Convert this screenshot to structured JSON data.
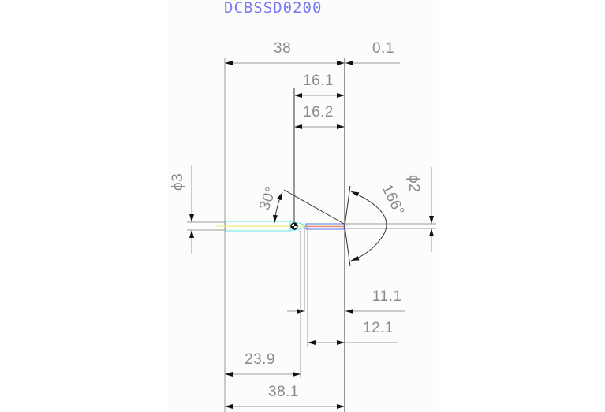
{
  "drawing": {
    "title": "DCBSSD0200",
    "colors": {
      "background": "#ffffff",
      "panel": "#fcfdfb",
      "title": "#7a7af0",
      "dimension_text": "#8a8a8a",
      "shank_outline": "#66e8f0",
      "center_line": "#f0f080",
      "tip_outline": "#5a78e8",
      "tip_center": "#f08080"
    },
    "dimensions": {
      "overall_top": "38",
      "offset_top": "0.1",
      "length_a": "16.1",
      "length_b": "16.2",
      "shank_diameter": "ϕ3",
      "tip_diameter": "ϕ2",
      "chamfer_angle": "30°",
      "point_angle": "166°",
      "length_c": "11.1",
      "length_d": "12.1",
      "shank_length": "23.9",
      "overall_bottom": "38.1"
    }
  }
}
